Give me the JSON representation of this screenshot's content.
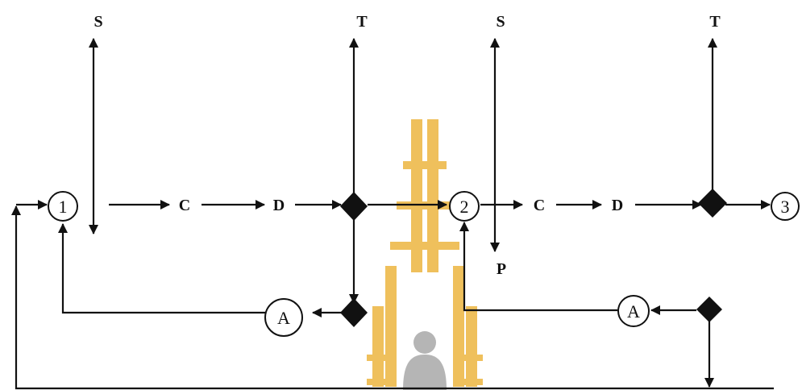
{
  "watermark": {
    "logo": "university-seal-watermark",
    "color": "#e9b23a"
  },
  "labels": {
    "s1": "S",
    "t1": "T",
    "s2": "S",
    "t2": "T",
    "c1": "C",
    "d1": "D",
    "c2": "C",
    "d2": "D",
    "p": "P"
  },
  "nodes": {
    "n1": "1",
    "n2": "2",
    "n3": "3",
    "a1": "A",
    "a2": "A"
  }
}
